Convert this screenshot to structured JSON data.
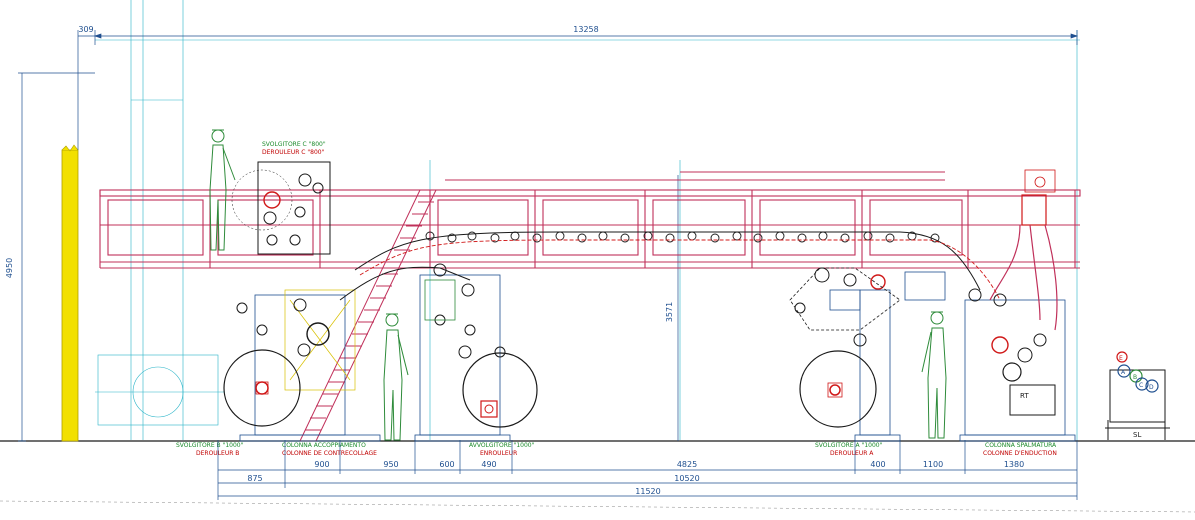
{
  "drawing": {
    "dimensions": {
      "overall_width": "13258",
      "left_offset": "309",
      "height_total": "4950",
      "height_mid": "3571",
      "segments": [
        "875",
        "900",
        "950",
        "600",
        "490",
        "4825",
        "400",
        "1100",
        "1380"
      ],
      "span_10520": "10520",
      "span_11520": "11520"
    },
    "labels": {
      "unwinder_c_it": "SVOLGITORE C \"800\"",
      "unwinder_c_fr": "DEROULEUR C \"800\"",
      "unwinder_b_it": "SVOLGITORE B \"1000\"",
      "unwinder_b_fr": "DEROULEUR B",
      "laminating_it": "COLONNA ACCOPPIAMENTO",
      "laminating_fr": "COLONNE DE CONTRECOLLAGE",
      "rewinder_it": "AVVOLGITORE \"1000\"",
      "rewinder_fr": "ENROULEUR",
      "unwinder_a_it": "SVOLGITORE A \"1000\"",
      "unwinder_a_fr": "DEROULEUR A",
      "coating_it": "COLONNA SPALMATURA",
      "coating_fr": "COLONNE D'ENDUCTION",
      "rt": "RT",
      "sl": "SL",
      "roll_e": "E",
      "roll_b": "B",
      "roll_c": "C",
      "roll_a": "A",
      "roll_d": "D"
    },
    "colors": {
      "walkway": "#c0305a",
      "machine": "#1a1a1a",
      "operator": "#2e8b3a",
      "blue_lines": "#2a6fc0",
      "yellow_column": "#f2e000",
      "red_web": "#d01818",
      "cyan_grid": "#28b4c8"
    }
  }
}
